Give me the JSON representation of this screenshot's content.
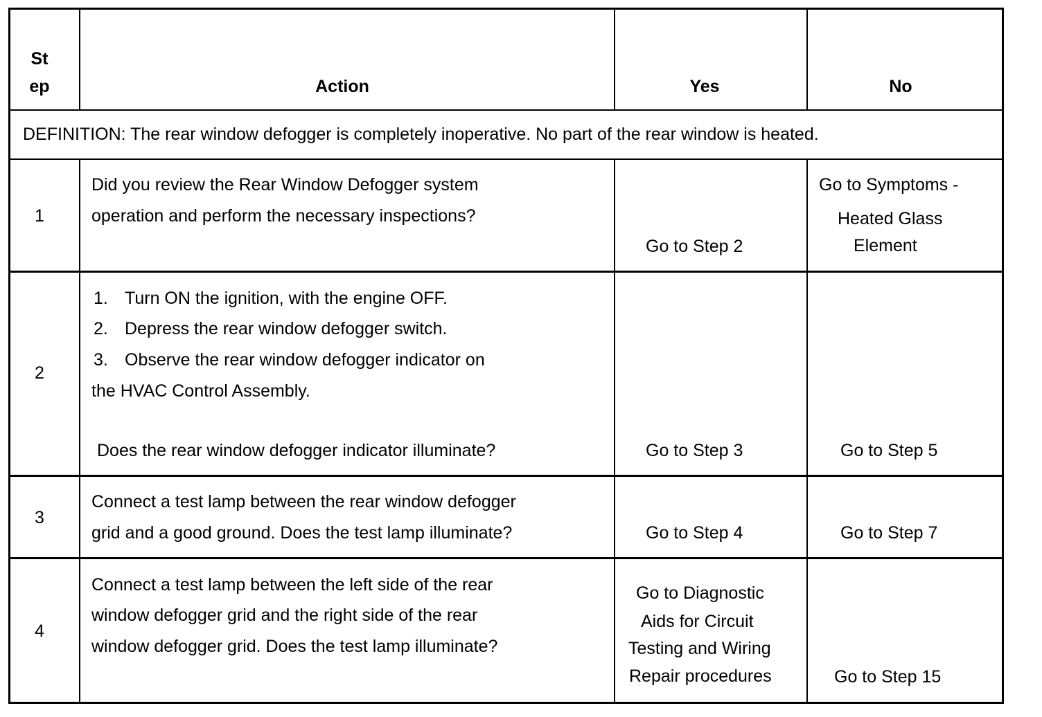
{
  "header": {
    "step_line1": "St",
    "step_line2": "ep",
    "action": "Action",
    "yes": "Yes",
    "no": "No"
  },
  "definition": "DEFINITION: The rear window defogger is completely inoperative. No part of the  rear window is heated.",
  "rows": [
    {
      "step": "1",
      "action_lines": [
        "Did you review the Rear Window Defogger system",
        "operation and perform the necessary inspections?"
      ],
      "yes_lines": [
        "Go to Step 2"
      ],
      "no_lines": [
        "Go to Symptoms -",
        "Heated Glass",
        "Element"
      ]
    },
    {
      "step": "2",
      "action_items": [
        {
          "num": "1.",
          "text": "Turn ON the ignition, with the engine OFF."
        },
        {
          "num": "2.",
          "text": "Depress the rear window defogger switch."
        },
        {
          "num": "3.",
          "text": "Observe the rear window defogger indicator on"
        }
      ],
      "action_continuation": "the HVAC Control Assembly.",
      "action_question": "Does the rear window defogger indicator illuminate?",
      "yes_lines": [
        "Go to Step 3"
      ],
      "no_lines": [
        "Go to Step 5"
      ]
    },
    {
      "step": "3",
      "action_lines": [
        "Connect a test lamp between the rear window defogger",
        "grid and a good ground. Does the test lamp illuminate?"
      ],
      "yes_lines": [
        "Go to Step 4"
      ],
      "no_lines": [
        "Go to Step 7"
      ]
    },
    {
      "step": "4",
      "action_lines": [
        "Connect a test lamp between the left side of the rear",
        "window defogger grid and the right side of the rear",
        "window defogger grid. Does the test lamp illuminate?"
      ],
      "yes_lines": [
        "Go to Diagnostic",
        "Aids for Circuit",
        "Testing and Wiring",
        "Repair procedures"
      ],
      "no_lines": [
        "Go to Step 15"
      ]
    }
  ]
}
